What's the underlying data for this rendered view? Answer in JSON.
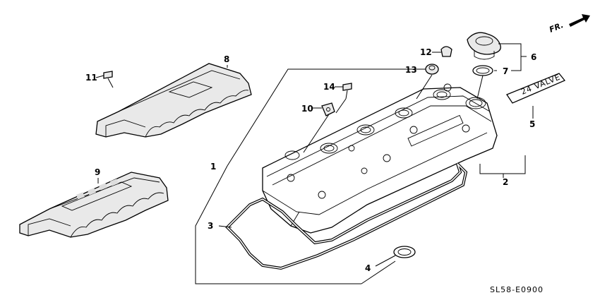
{
  "diagram": {
    "callouts": [
      "1",
      "2",
      "3",
      "4",
      "5",
      "6",
      "7",
      "8",
      "9",
      "10",
      "11",
      "12",
      "13",
      "14"
    ],
    "emblem_text": [
      "24 VALVE"
    ],
    "direction_label": "FR.",
    "diagram_code": "SL58-E0900"
  }
}
